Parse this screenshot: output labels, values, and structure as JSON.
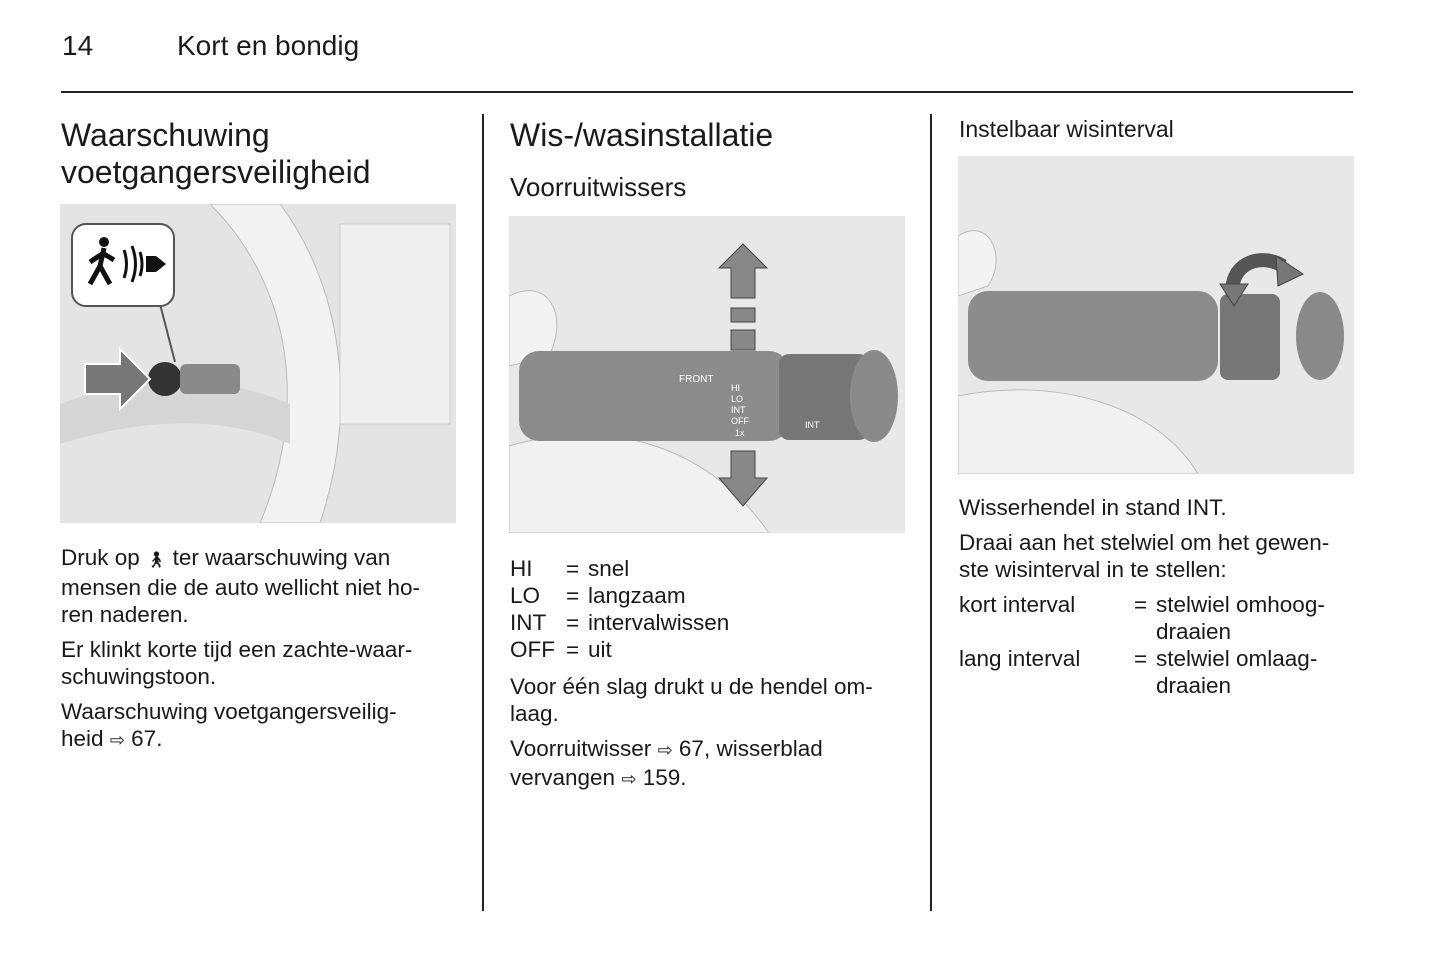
{
  "header": {
    "page_number": "14",
    "title": "Kort en bondig"
  },
  "col1": {
    "heading_line1": "Waarschuwing",
    "heading_line2": "voetgangersveiligheid",
    "p1_a": "Druk op",
    "p1_icon": "pedestrian-warning-icon",
    "p1_b": "ter waarschuwing van",
    "p1_c": "mensen die de auto wellicht niet ho-",
    "p1_d": "ren naderen.",
    "p2_a": "Er klinkt korte tijd een zachte-waar-",
    "p2_b": "schuwingstoon.",
    "p3_a": "Waarschuwing voetgangersveilig-",
    "p3_b": "heid",
    "p3_ref": "67."
  },
  "col2": {
    "heading": "Wis-/wasinstallatie",
    "subheading": "Voorruitwissers",
    "figure_labels": {
      "front": "FRONT",
      "hi": "HI",
      "lo": "LO",
      "int": "INT",
      "off": "OFF",
      "once": "1x",
      "knob": "INT"
    },
    "legend": [
      {
        "key": "HI",
        "eq": "=",
        "value": "snel"
      },
      {
        "key": "LO",
        "eq": "=",
        "value": "langzaam"
      },
      {
        "key": "INT",
        "eq": "=",
        "value": "intervalwissen"
      },
      {
        "key": "OFF",
        "eq": "=",
        "value": "uit"
      }
    ],
    "p1_a": "Voor één slag drukt u de hendel om-",
    "p1_b": "laag.",
    "p2_a": "Voorruitwisser",
    "p2_ref1": "67, wisserblad",
    "p2_b": "vervangen",
    "p2_ref2": "159."
  },
  "col3": {
    "heading": "Instelbaar wisinterval",
    "p1_a": "Wisserhendel in stand",
    "p1_b": "INT",
    "p2_a": "Draai aan het stelwiel om het gewen-",
    "p2_b": "ste wisinterval in te stellen:",
    "rows": [
      {
        "key": "kort interval",
        "eq": "=",
        "v1": "stelwiel omhoog-",
        "v2": "draaien"
      },
      {
        "key": "lang interval",
        "eq": "=",
        "v1": "stelwiel omlaag-",
        "v2": "draaien"
      }
    ]
  },
  "ref_symbol": "⇨"
}
